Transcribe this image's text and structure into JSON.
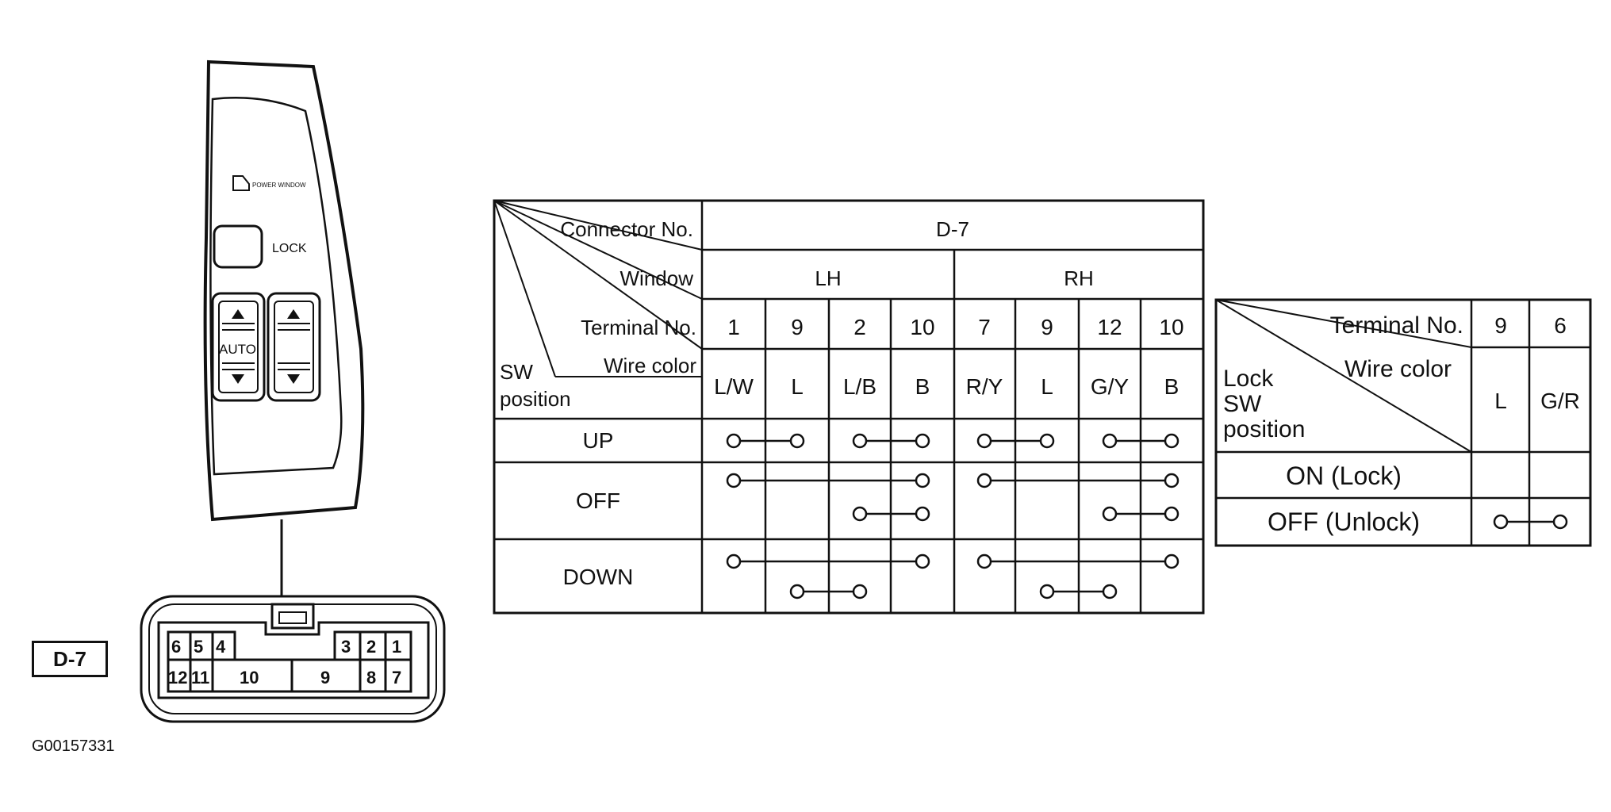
{
  "switch_panel": {
    "power_window_label": "POWER WINDOW",
    "lock_label": "LOCK",
    "auto_label": "AUTO"
  },
  "connector": {
    "tag": "D-7",
    "top_row": [
      "6",
      "5",
      "4",
      "3",
      "2",
      "1"
    ],
    "bottom_row": [
      "12",
      "11",
      "10",
      "9",
      "8",
      "7"
    ]
  },
  "reference_code": "G00157331",
  "main_table": {
    "header_connector": "Connector No.",
    "header_window": "Window",
    "header_terminal": "Terminal No.",
    "header_wire": "Wire color",
    "header_sw": "SW",
    "header_position": "position",
    "connector_value": "D-7",
    "windows": [
      "LH",
      "RH"
    ],
    "terminals": [
      "1",
      "9",
      "2",
      "10",
      "7",
      "9",
      "12",
      "10"
    ],
    "wire_colors": [
      "L/W",
      "L",
      "L/B",
      "B",
      "R/Y",
      "L",
      "G/Y",
      "B"
    ],
    "positions": [
      "UP",
      "OFF",
      "DOWN"
    ]
  },
  "lock_table": {
    "header_terminal": "Terminal No.",
    "header_wire": "Wire color",
    "header_lock": "Lock",
    "header_sw": "SW",
    "header_position": "position",
    "terminals": [
      "9",
      "6"
    ],
    "wire_colors": [
      "L",
      "G/R"
    ],
    "positions": [
      "ON (Lock)",
      "OFF (Unlock)"
    ]
  }
}
